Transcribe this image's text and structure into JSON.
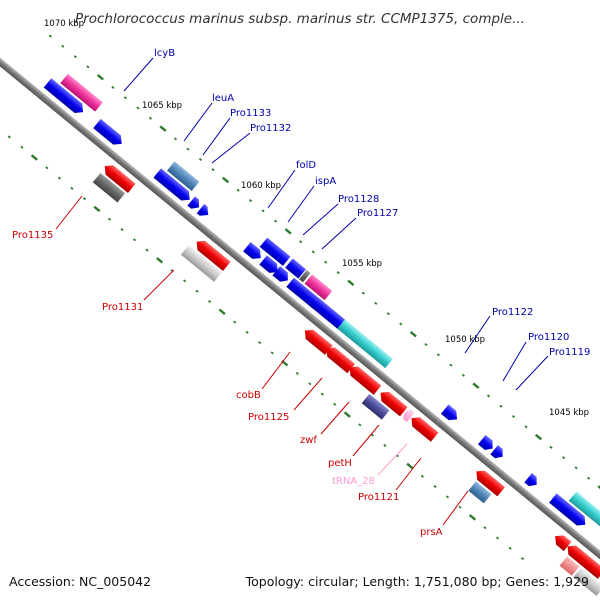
{
  "title": "Prochlorococcus marinus subsp. marinus str. CCMP1375, comple...",
  "accession": "Accession: NC_005042",
  "summary": "Topology: circular; Length: 1,751,080 bp; Genes: 1,929",
  "colors": {
    "backbone": "#8c8c8c",
    "cds": "#0000ee",
    "rna_red": "#ee0000",
    "gray": "#c8c8c8",
    "dark_gray": "#666666",
    "steel_blue": "#4f86b8",
    "cyan": "#33cccc",
    "magenta": "#ee3399",
    "navy": "#4c4c9c",
    "pink": "#ff9ad0",
    "tick_green": "#2d7a2d",
    "label_blue": "#0000aa",
    "label_red": "#cc0000"
  },
  "kbp_marks": [
    "1070 kbp",
    "1065 kbp",
    "1060 kbp",
    "1055 kbp",
    "1050 kbp",
    "1045 kbp"
  ],
  "genes_forward": [
    "lcyB",
    "leuA",
    "Pro1133",
    "Pro1132",
    "folD",
    "ispA",
    "Pro1128",
    "Pro1127",
    "Pro1122",
    "Pro1120",
    "Pro1119"
  ],
  "genes_reverse": [
    "Pro1135",
    "Pro1131",
    "cobB",
    "Pro1125",
    "zwf",
    "petH",
    "tRNA_28",
    "Pro1121",
    "prsA"
  ]
}
